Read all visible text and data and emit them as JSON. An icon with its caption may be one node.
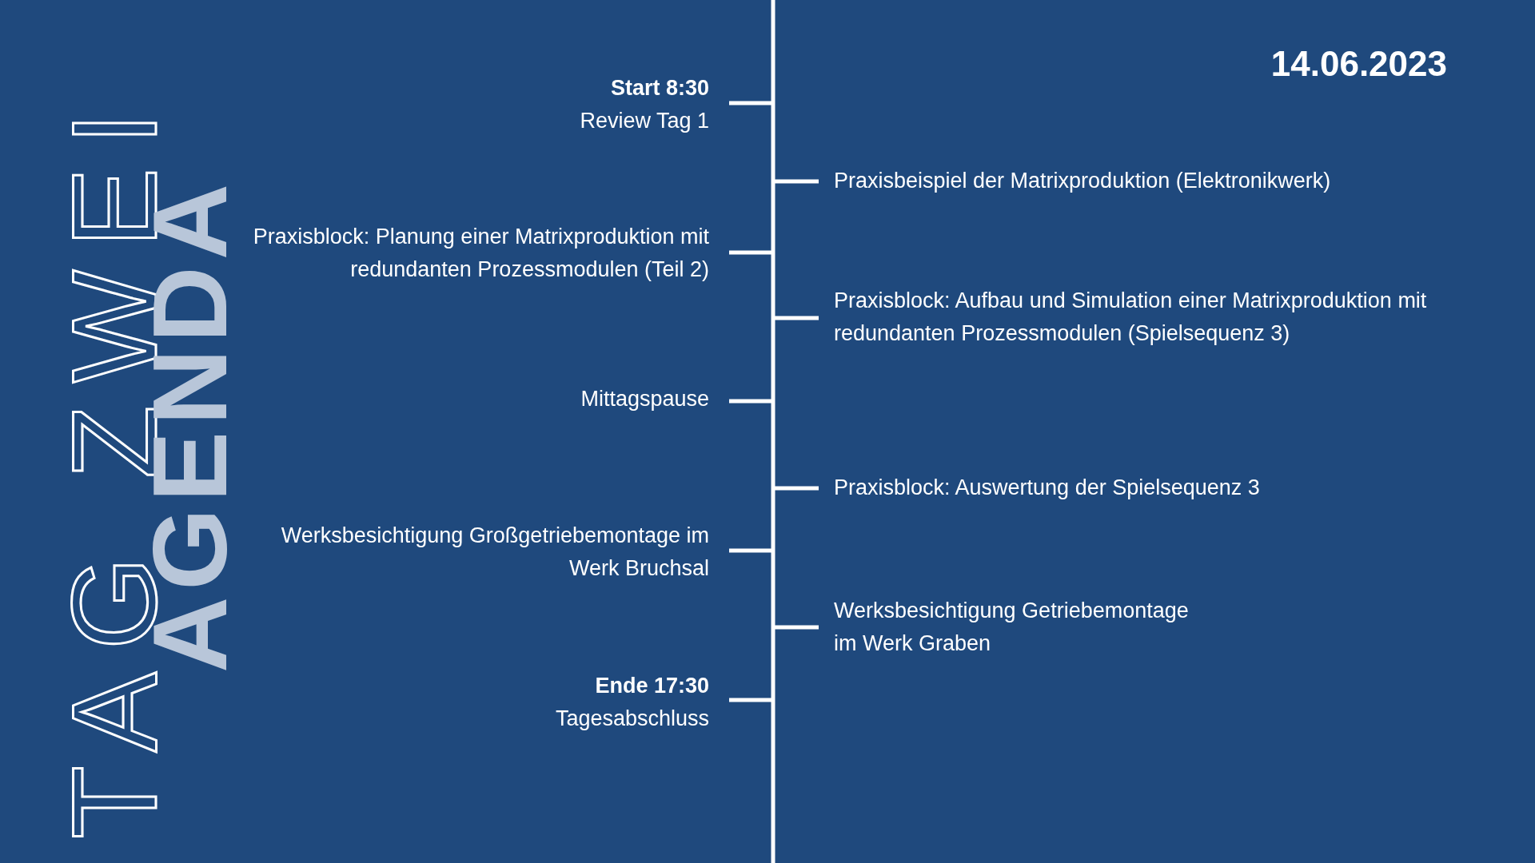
{
  "diagram": {
    "labels": [
      "TAG ZWEI",
      "AGENDA",
      "14.06.2023",
      "Start 8:30",
      "Review Tag 1",
      "Praxisbeispiel der Matrixproduktion (Elektronikwerk)",
      "Praxisblock: Planung einer Matrixproduktion mit redundanten Prozessmodulen (Teil 2)",
      "Praxisblock: Aufbau und Simulation einer Matrixproduktion mit redundanten Prozessmodulen (Spielsequenz 3)",
      "Mittagspause",
      "Praxisblock: Auswertung der Spielsequenz 3",
      "Werksbesichtigung Großgetriebemontage im Werk Bruchsal",
      "Werksbesichtigung Getriebemontage im Werk Graben",
      "Ende 17:30",
      "Tagesabschluss"
    ]
  }
}
